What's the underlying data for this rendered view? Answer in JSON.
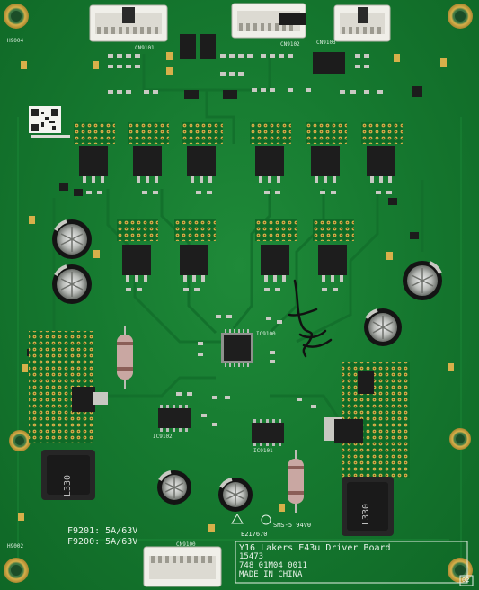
{
  "board": {
    "fuse_labels": [
      "F9201: 5A/63V",
      "F9200: 5A/63V"
    ],
    "info_block": [
      "Y16 Lakers E43u Driver Board",
      "15473",
      "748 01M04 0011",
      "MADE IN CHINA"
    ],
    "cert_marks": [
      "E217670",
      "SMS-5 94V0"
    ],
    "corner_tag": "02",
    "inductor_marks": [
      "L330",
      "L330"
    ],
    "connector_labels": [
      "CN9101",
      "CN9102",
      "CN9103",
      "CN9100"
    ],
    "ref_labels": {
      "top_left": "H9004",
      "bottom_left": "H9002",
      "ic_main": "IC9100",
      "ic_left": "IC9102",
      "ic_right": "IC9101"
    }
  },
  "colors": {
    "pcb": "#167a30",
    "silkscreen": "#e9f3ea",
    "copper_pad": "#d7b04a",
    "ink_mark": "#111111"
  }
}
